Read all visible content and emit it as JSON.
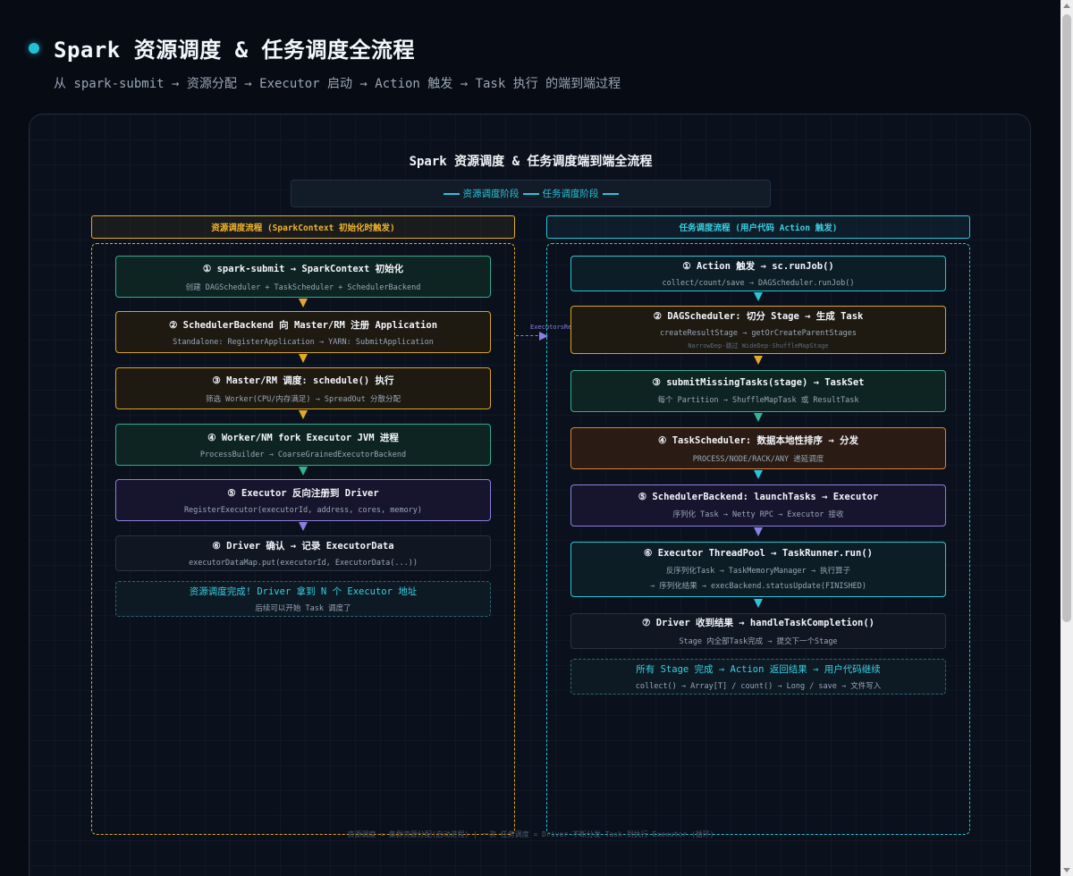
{
  "header": {
    "title": "Spark 资源调度 & 任务调度全流程",
    "subtitle": "从 spark-submit → 资源分配 → Executor 启动 → Action 触发 → Task 执行 的端到端过程"
  },
  "diagram": {
    "title": "Spark 资源调度 & 任务调度端到端全流程",
    "legend": {
      "resource": "资源调度阶段",
      "task": "任务调度阶段"
    },
    "resource_lane": {
      "header": "资源调度流程 (SparkContext 初始化时触发)",
      "steps": [
        {
          "title": "① spark-submit → SparkContext 初始化",
          "sub": "创建 DAGScheduler + TaskScheduler + SchedulerBackend"
        },
        {
          "title": "② SchedulerBackend 向 Master/RM 注册 Application",
          "sub": "Standalone: RegisterApplication → YARN: SubmitApplication"
        },
        {
          "title": "③ Master/RM 调度: schedule() 执行",
          "sub": "筛选 Worker(CPU/内存满足) → SpreadOut 分散分配"
        },
        {
          "title": "④ Worker/NM fork Executor JVM 进程",
          "sub": "ProcessBuilder → CoarseGrainedExecutorBackend"
        },
        {
          "title": "⑤ Executor 反向注册到 Driver",
          "sub": "RegisterExecutor(executorId, address, cores, memory)"
        },
        {
          "title": "⑥ Driver 确认 → 记录 ExecutorData",
          "sub": "executorDataMap.put(executorId, ExecutorData(...))"
        }
      ],
      "result": {
        "title": "资源调度完成! Driver 拿到 N 个 Executor 地址",
        "sub": "后续可以开始 Task 调度了"
      }
    },
    "task_lane": {
      "header": "任务调度流程 (用户代码 Action 触发)",
      "steps": [
        {
          "title": "① Action 触发 → sc.runJob()",
          "sub": "collect/count/save → DAGScheduler.runJob()"
        },
        {
          "title": "② DAGScheduler: 切分 Stage → 生成 Task",
          "sub": "createResultStage → getOrCreateParentStages",
          "note": "NarrowDep-跳过 WideDep-ShuffleMapStage"
        },
        {
          "title": "③ submitMissingTasks(stage) → TaskSet",
          "sub": "每个 Partition → ShuffleMapTask 或 ResultTask"
        },
        {
          "title": "④ TaskScheduler: 数据本地性排序 → 分发",
          "sub": "PROCESS/NODE/RACK/ANY 递延调度"
        },
        {
          "title": "⑤ SchedulerBackend: launchTasks → Executor",
          "sub": "序列化 Task → Netty RPC → Executor 接收"
        },
        {
          "title": "⑥ Executor ThreadPool → TaskRunner.run()",
          "sub": "反序列化Task → TaskMemoryManager → 执行算子",
          "sub2": "→ 序列化结果 → execBackend.statusUpdate(FINISHED)"
        },
        {
          "title": "⑦ Driver 收到结果 → handleTaskCompletion()",
          "sub": "Stage 内全部Task完成 → 提交下一个Stage"
        }
      ],
      "result": {
        "title": "所有 Stage 完成 → Action 返回结果 → 用户代码继续",
        "sub": "collect() → Array[T] / count() → Long / save → 文件写入"
      }
    },
    "link_label": "ExecutorsReady",
    "footer": "资源调度 = 集群资源分配(启动进程) | 一次    任务调度 = Driver 不断分发 Task 到执行 Executor (循环)"
  },
  "colors": {
    "resource_accent": "#e0a92a",
    "task_accent": "#2bc4d8",
    "purple_accent": "#8b7fe0",
    "teal_accent": "#2fae8e",
    "background": "#070b14"
  }
}
